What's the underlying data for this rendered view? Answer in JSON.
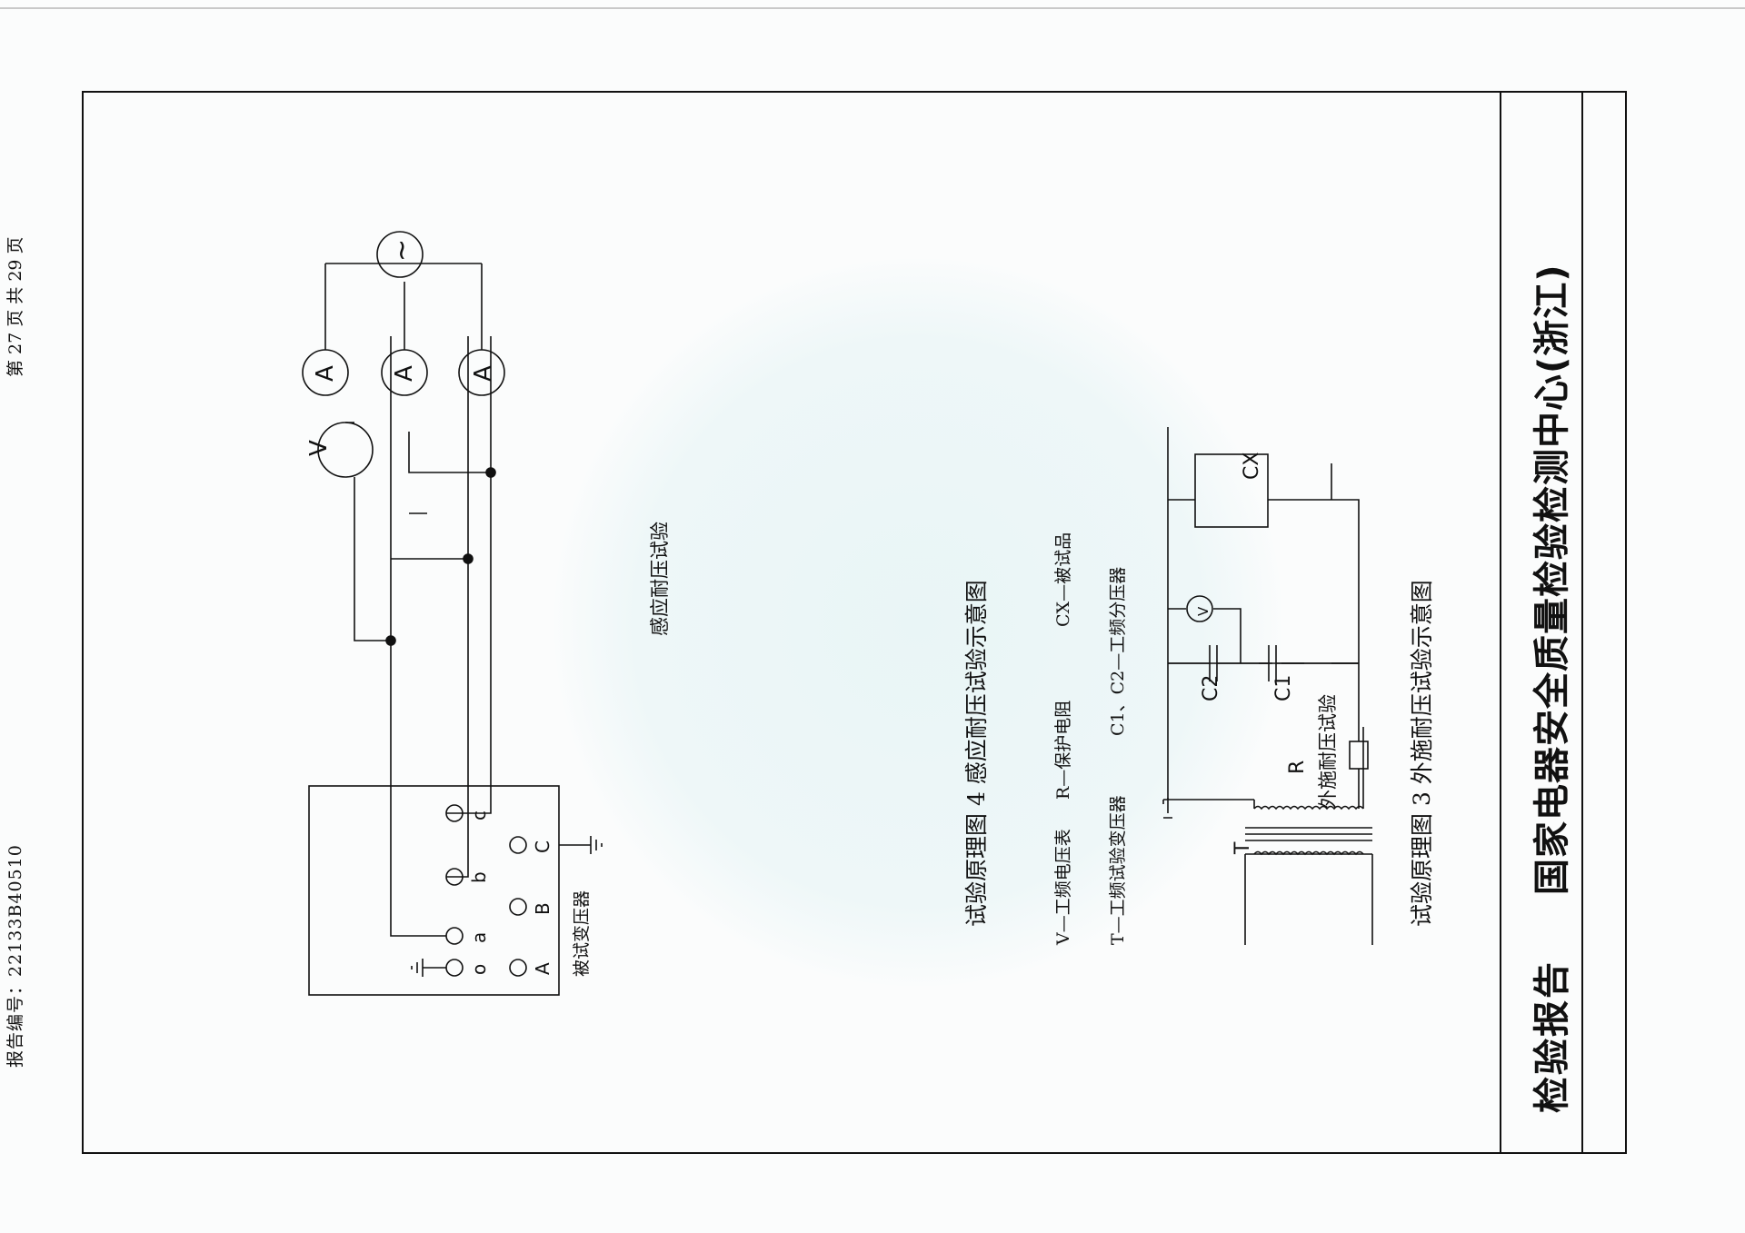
{
  "header": {
    "report_no_label": "报告编号：",
    "report_no": "22133B40510",
    "report_title": "检验报告",
    "org_name": "国家电器安全质量检验检测中心(浙江)",
    "page_info": "第 27 页 共 29 页"
  },
  "fig3": {
    "heading": "试验原理图 3 外施耐压试验示意图",
    "subtitle": "外施耐压试验",
    "labels": {
      "T": "T",
      "R": "R",
      "C1": "C1",
      "C2": "C2",
      "V": "V",
      "CX": "CX"
    },
    "legend_line1": "T—工频试验变压器",
    "legend_line1b": "C1、C2—工频分压器",
    "legend_line2": "V—工频电压表",
    "legend_line2b": "R—保护电阻",
    "legend_line2c": "CX—被试品"
  },
  "fig4": {
    "heading": "试验原理图 4 感应耐压试验示意图",
    "subtitle": "感应耐压试验",
    "transformer_label": "被试变压器",
    "terminals": {
      "A": "A",
      "B": "B",
      "C": "C",
      "o": "o",
      "a": "a",
      "b": "b",
      "c": "c"
    },
    "meter_v": "V",
    "meter_a": "A",
    "source": "~"
  },
  "colors": {
    "ink": "#111111",
    "watermark": "#e6f3f5"
  }
}
